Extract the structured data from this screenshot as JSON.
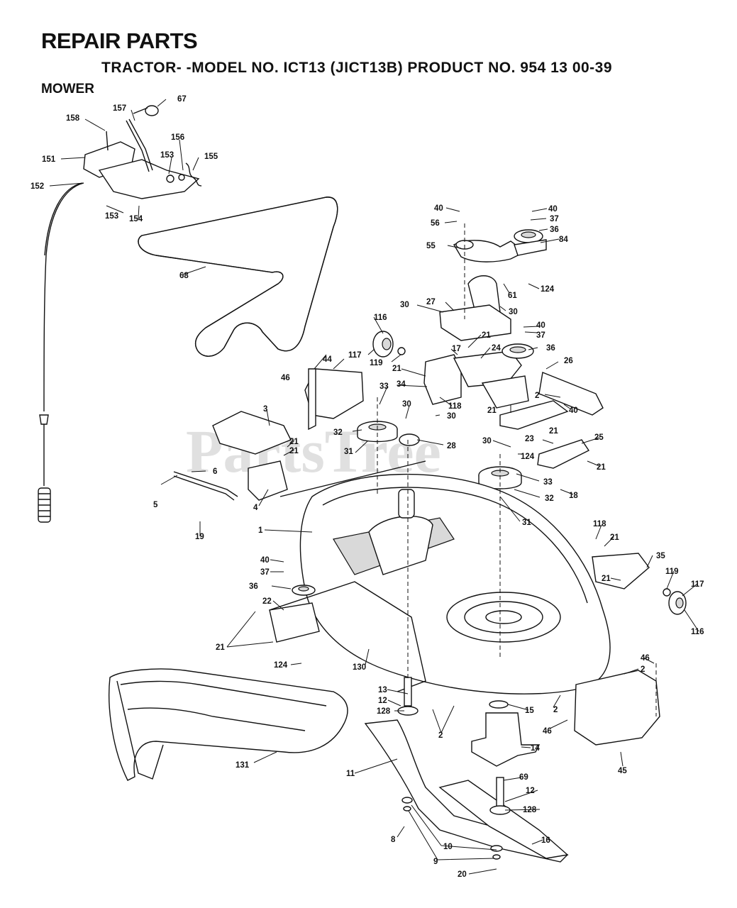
{
  "header": {
    "title": "REPAIR PARTS",
    "subtitle": "TRACTOR- -MODEL NO. ICT13 (JICT13B) PRODUCT NO. 954 13 00-39",
    "section": "MOWER"
  },
  "watermark": "PartsTree",
  "labels": {
    "p158": "158",
    "p157": "157",
    "p67": "67",
    "p151": "151",
    "p153a": "153",
    "p156": "156",
    "p155": "155",
    "p152": "152",
    "p153b": "153",
    "p154": "154",
    "p68": "68",
    "p40a": "40",
    "p56": "56",
    "p55": "55",
    "p40b": "40",
    "p37a": "37",
    "p36a": "36",
    "p84": "84",
    "p61": "61",
    "p124a": "124",
    "p30a": "30",
    "p27": "27",
    "p30b": "30",
    "p116a": "116",
    "p40c": "40",
    "p37b": "37",
    "p21a": "21",
    "p117a": "117",
    "p119a": "119",
    "p17": "17",
    "p24": "24",
    "p36b": "36",
    "p46a": "46",
    "p44": "44",
    "p21b": "21",
    "p34": "34",
    "p118a": "118",
    "p26": "26",
    "p2a": "2",
    "p40d": "40",
    "p33a": "33",
    "p30c": "30",
    "p3": "3",
    "p21c": "21",
    "p30d": "30",
    "p21d": "21",
    "p23": "23",
    "p32a": "32",
    "p31a": "31",
    "p28": "28",
    "p30e": "30",
    "p124b": "124",
    "p25": "25",
    "p21e": "21",
    "p21f": "21",
    "p6": "6",
    "p5": "5",
    "p4": "4",
    "p33b": "33",
    "p32b": "32",
    "p31b": "31",
    "p18": "18",
    "p19": "19",
    "p1": "1",
    "p118b": "118",
    "p21g": "21",
    "p40e": "40",
    "p35": "35",
    "p37c": "37",
    "p21h": "21",
    "p119b": "119",
    "p117b": "117",
    "p36c": "36",
    "p116b": "116",
    "p22": "22",
    "p21i": "21",
    "p124c": "124",
    "p130": "130",
    "p46b": "46",
    "p2b": "2",
    "p13": "13",
    "p12a": "12",
    "p128a": "128",
    "p15": "15",
    "p2c": "2",
    "p2d": "2",
    "p46c": "46",
    "p14": "14",
    "p131": "131",
    "p45": "45",
    "p11": "11",
    "p69": "69",
    "p12b": "12",
    "p128b": "128",
    "p16": "16",
    "p8": "8",
    "p10": "10",
    "p9": "9",
    "p20": "20"
  }
}
